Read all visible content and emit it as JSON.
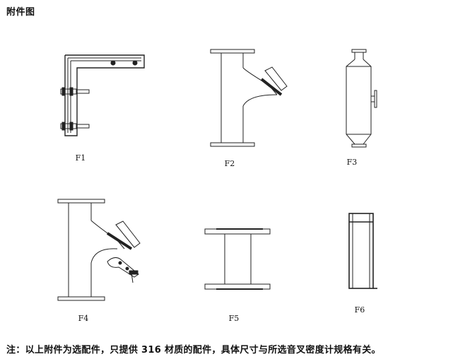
{
  "header": {
    "title": "附件图"
  },
  "figures": [
    {
      "label": "F1"
    },
    {
      "label": "F2"
    },
    {
      "label": "F3"
    },
    {
      "label": "F4"
    },
    {
      "label": "F5"
    },
    {
      "label": "F6"
    }
  ],
  "footer": {
    "note": "注：以上附件为选配件，只提供 316 材质的配件，具体尺寸与所选音叉密度计规格有关。"
  }
}
